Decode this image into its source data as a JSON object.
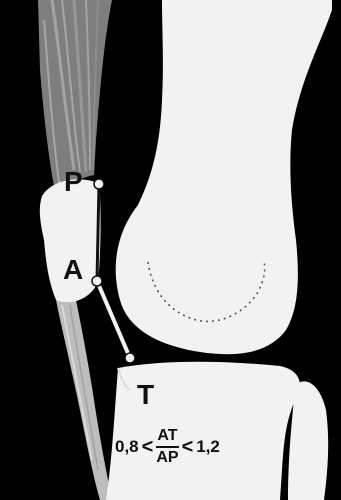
{
  "labels": {
    "patella_top": "P",
    "patella_apex": "A",
    "tibial_tuberosity": "T"
  },
  "formula": {
    "lower_bound": "0,8",
    "less_than_1": "<",
    "numerator": "AT",
    "denominator": "AP",
    "less_than_2": "<",
    "upper_bound": "1,2"
  },
  "colors": {
    "background": "#000000",
    "bone": "#f2f2f2",
    "muscle": "#8a8a8a",
    "tendon": "#cfcfcf",
    "text": "#111111"
  }
}
